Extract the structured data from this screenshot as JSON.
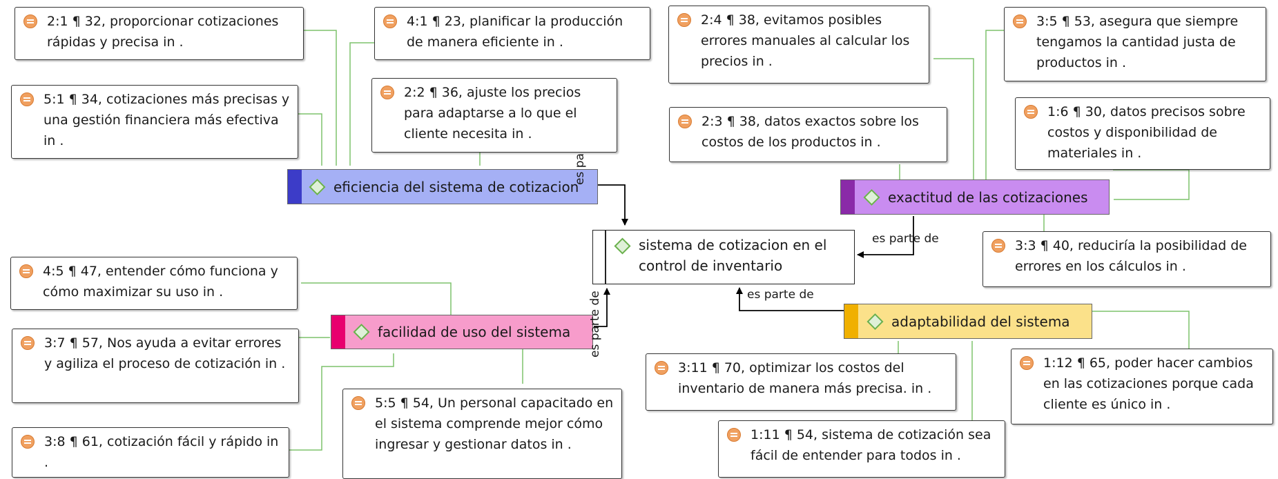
{
  "central": {
    "label": "sistema de cotizacion en el control de inventario"
  },
  "codes": [
    {
      "id": "eficiencia",
      "label": "eficiencia del sistema de cotizacion",
      "bar_color": "#3c3cc8",
      "fill_color": "#a5b0f5"
    },
    {
      "id": "exactitud",
      "label": "exactitud de las cotizaciones",
      "bar_color": "#8a2aa8",
      "fill_color": "#c98cf0"
    },
    {
      "id": "facilidad",
      "label": "facilidad de uso del sistema",
      "bar_color": "#e8006e",
      "fill_color": "#f79ccb"
    },
    {
      "id": "adaptabilidad",
      "label": "adaptabilidad del sistema",
      "bar_color": "#f0b000",
      "fill_color": "#fbe18a"
    }
  ],
  "relation_label": "es parte de",
  "quotes": [
    {
      "id": "q1",
      "text": "2:1 ¶ 32, proporcionar cotizaciones rápidas y precisa in ."
    },
    {
      "id": "q2",
      "text": "4:1 ¶ 23, planificar la producción de manera eficiente in ."
    },
    {
      "id": "q3",
      "text": "5:1 ¶ 34, cotizaciones más precisas y una gestión financiera más efectiva in ."
    },
    {
      "id": "q4",
      "text": "2:2 ¶ 36, ajuste los precios para adaptarse a lo que el cliente necesita in ."
    },
    {
      "id": "q5",
      "text": "2:4 ¶ 38, evitamos posibles errores manuales al calcular los precios in ."
    },
    {
      "id": "q6",
      "text": "3:5 ¶ 53, asegura que siempre tengamos la cantidad justa de productos in ."
    },
    {
      "id": "q7",
      "text": "2:3 ¶ 38, datos exactos sobre los costos de los productos in ."
    },
    {
      "id": "q8",
      "text": "1:6 ¶ 30, datos precisos sobre costos y disponibilidad de materiales in ."
    },
    {
      "id": "q9",
      "text": "3:3 ¶ 40, reduciría la posibilidad de errores en los cálculos in ."
    },
    {
      "id": "q10",
      "text": "4:5 ¶ 47, entender cómo funciona y cómo maximizar su uso in ."
    },
    {
      "id": "q11",
      "text": "3:7 ¶ 57, Nos ayuda a evitar errores y agiliza el proceso de cotización in ."
    },
    {
      "id": "q12",
      "text": "3:8 ¶ 61, cotización fácil y rápido in ."
    },
    {
      "id": "q13",
      "text": "5:5 ¶ 54, Un personal capacitado en el sistema comprende mejor cómo ingresar y gestionar datos in ."
    },
    {
      "id": "q14",
      "text": "3:11 ¶ 70, optimizar los costos del inventario de manera más precisa. in ."
    },
    {
      "id": "q15",
      "text": "1:12 ¶ 65, poder hacer cambios en las cotizaciones porque cada cliente es único in ."
    },
    {
      "id": "q16",
      "text": "1:11 ¶ 54, sistema de cotización sea fácil de entender para todos in ."
    }
  ]
}
